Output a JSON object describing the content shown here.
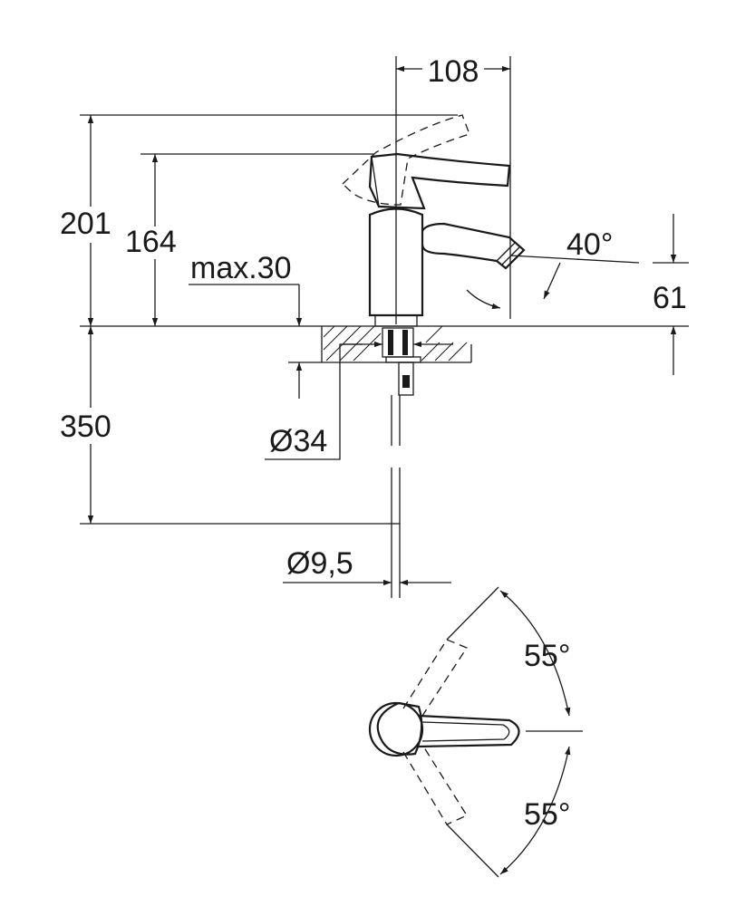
{
  "dimensions": {
    "width_top": "108",
    "height_total": "201",
    "height_body": "164",
    "max_thickness": "max.30",
    "spout_angle": "40°",
    "spout_height": "61",
    "hose_length": "350",
    "hole_diameter": "Ø34",
    "hose_diameter": "Ø9,5",
    "swing_upper": "55°",
    "swing_lower": "55°"
  },
  "colors": {
    "line": "#1a1a1a",
    "background": "#ffffff"
  }
}
